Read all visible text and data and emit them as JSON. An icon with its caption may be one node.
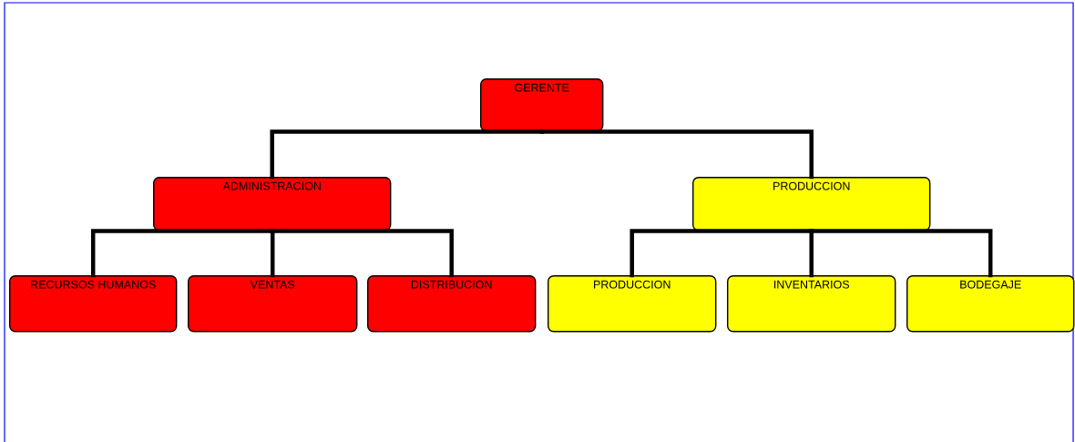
{
  "diagram": {
    "nodes": [
      {
        "text": [
          "GERENTE"
        ]
      },
      {
        "text": [
          "ADMINISTRACION"
        ]
      },
      {
        "text": [
          "PRODUCCION"
        ]
      },
      {
        "text": [
          "RECURSOS HUMANOS"
        ]
      },
      {
        "text": [
          "VENTAS"
        ]
      },
      {
        "text": [
          "DISTRIBUCION"
        ]
      },
      {
        "text": [
          "PRODUCCION"
        ]
      },
      {
        "text": [
          "INVENTARIOS"
        ]
      },
      {
        "text": [
          "BODEGAJE"
        ]
      }
    ],
    "edges": [
      {
        "from": 0,
        "to": 1,
        "arrow": "none"
      },
      {
        "from": 0,
        "to": 2,
        "arrow": "none"
      },
      {
        "from": 1,
        "to": 3,
        "arrow": "none"
      },
      {
        "from": 1,
        "to": 4,
        "arrow": "none"
      },
      {
        "from": 1,
        "to": 5,
        "arrow": "none"
      },
      {
        "from": 2,
        "to": 6,
        "arrow": "none"
      },
      {
        "from": 2,
        "to": 7,
        "arrow": "none"
      },
      {
        "from": 2,
        "to": 8,
        "arrow": "none"
      }
    ]
  }
}
